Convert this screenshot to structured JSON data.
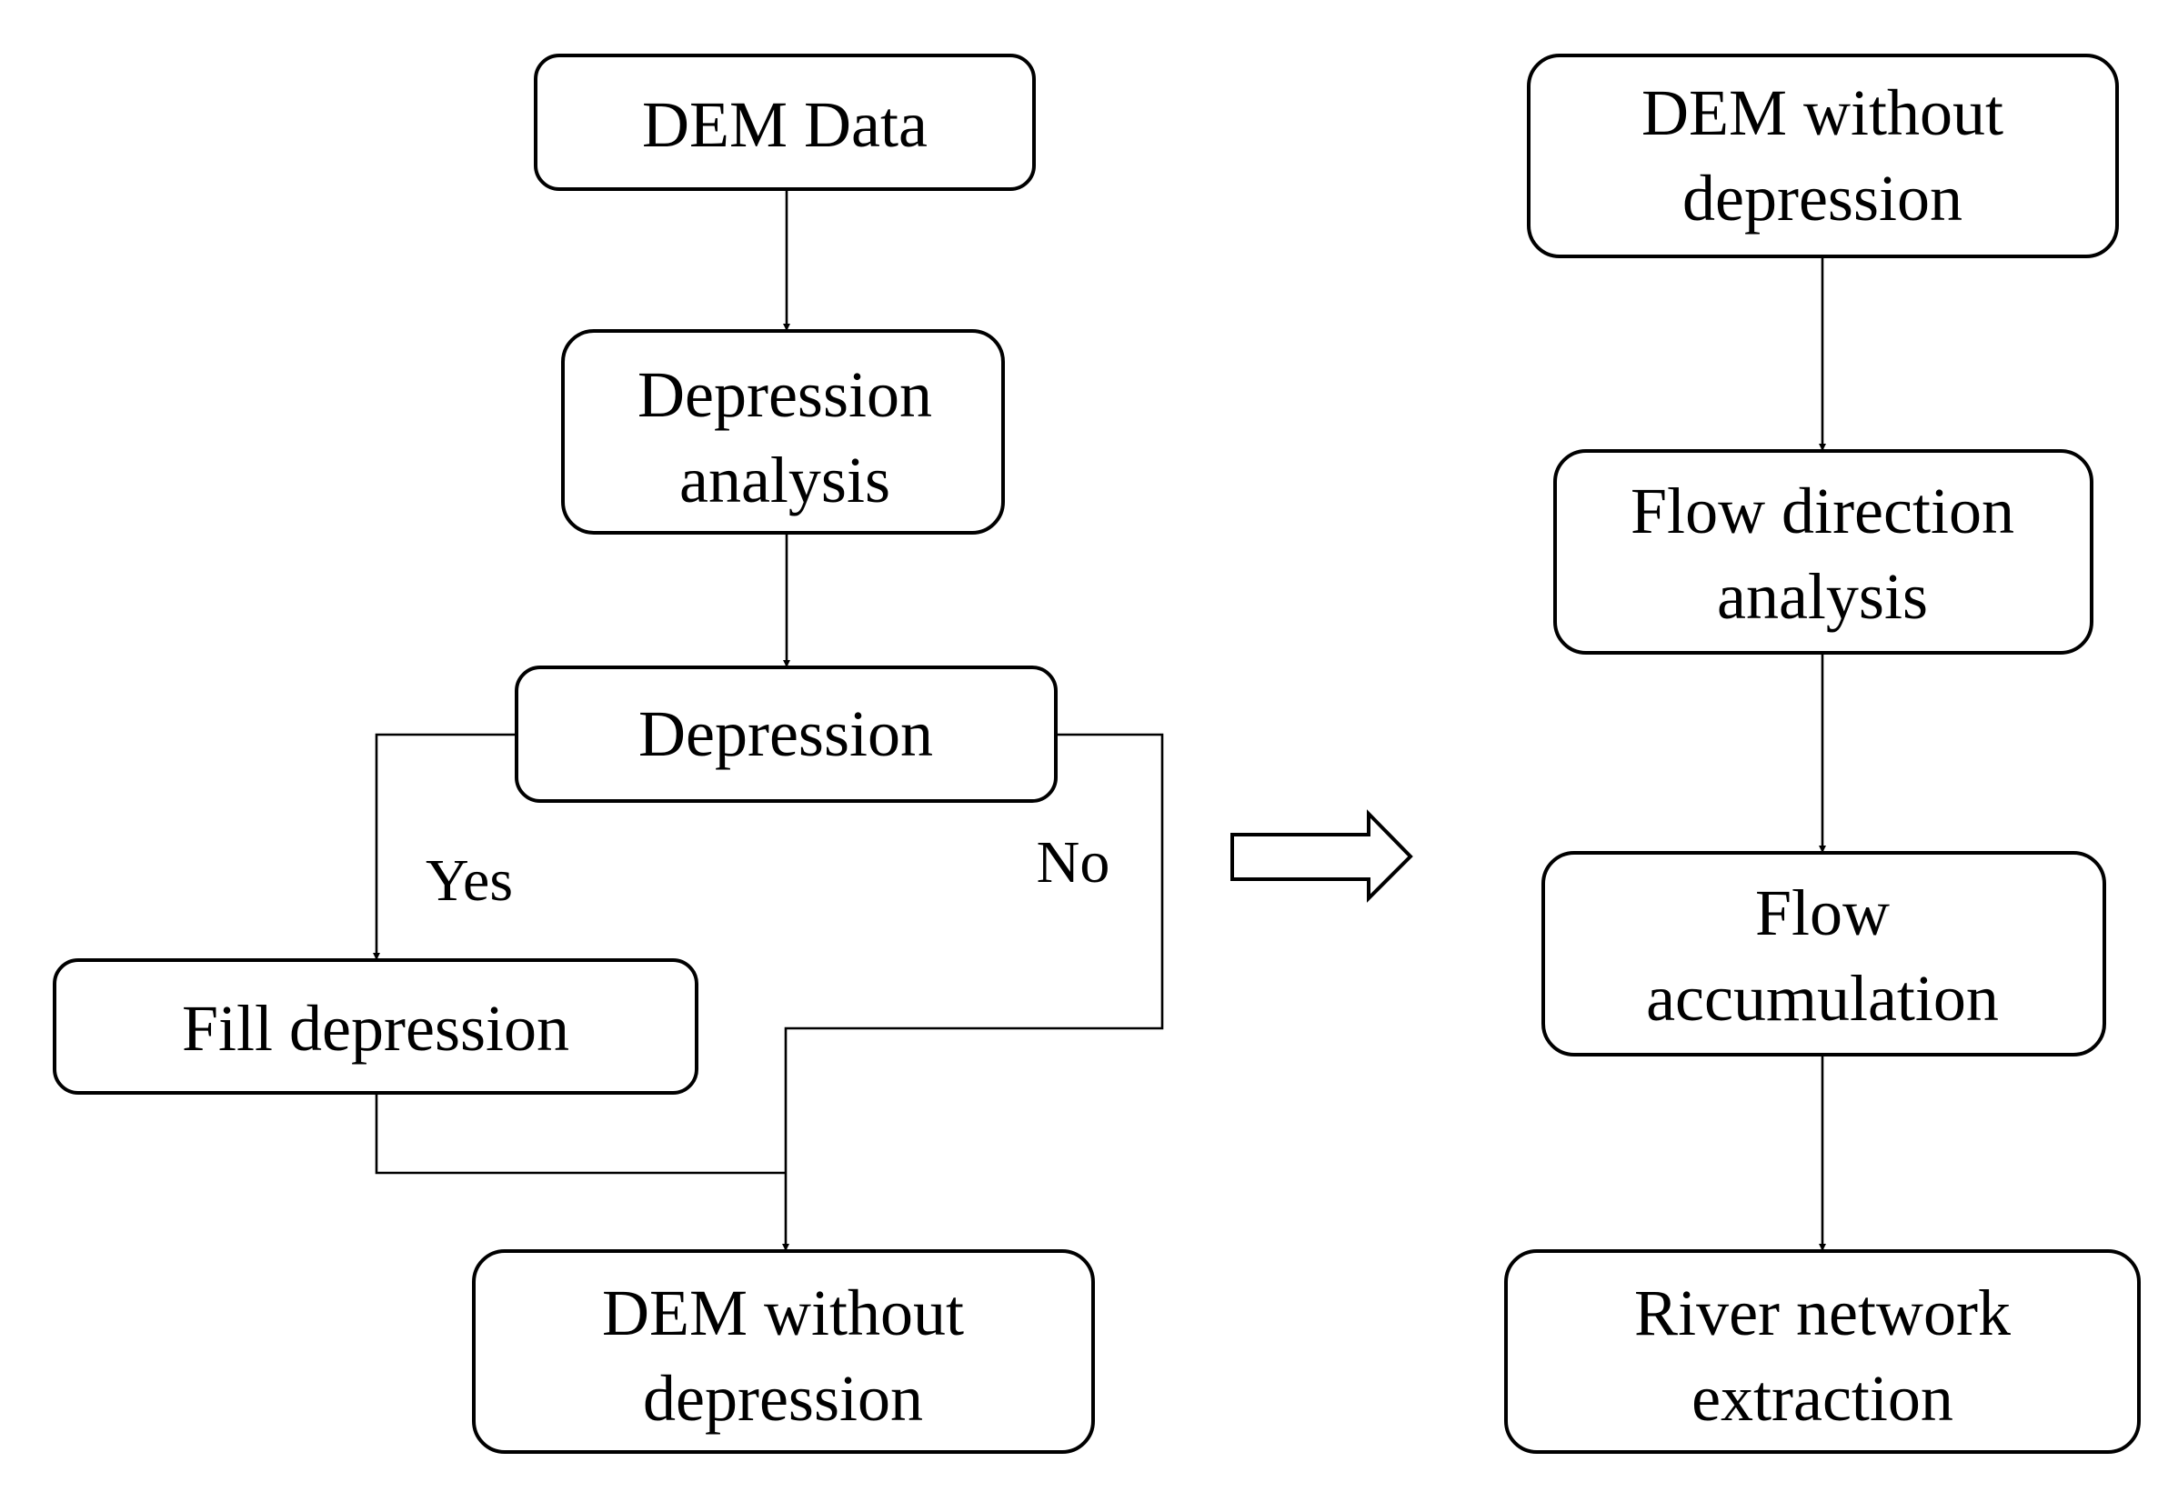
{
  "left_flow": {
    "dem_data": "DEM Data",
    "depression_analysis": [
      "Depression",
      "analysis"
    ],
    "depression": "Depression",
    "yes_label": "Yes",
    "no_label": "No",
    "fill_depression": "Fill depression",
    "dem_without_depression": [
      "DEM without",
      "depression"
    ]
  },
  "right_flow": {
    "dem_without_depression": [
      "DEM without",
      "depression"
    ],
    "flow_direction_analysis": [
      "Flow direction",
      "analysis"
    ],
    "flow_accumulation": [
      "Flow",
      "accumulation"
    ],
    "river_network_extraction": [
      "River network",
      "extraction"
    ]
  },
  "colors": {
    "stroke": "#000000",
    "background": "#ffffff"
  },
  "icons": {
    "transition_arrow": "right-block-arrow-icon"
  }
}
